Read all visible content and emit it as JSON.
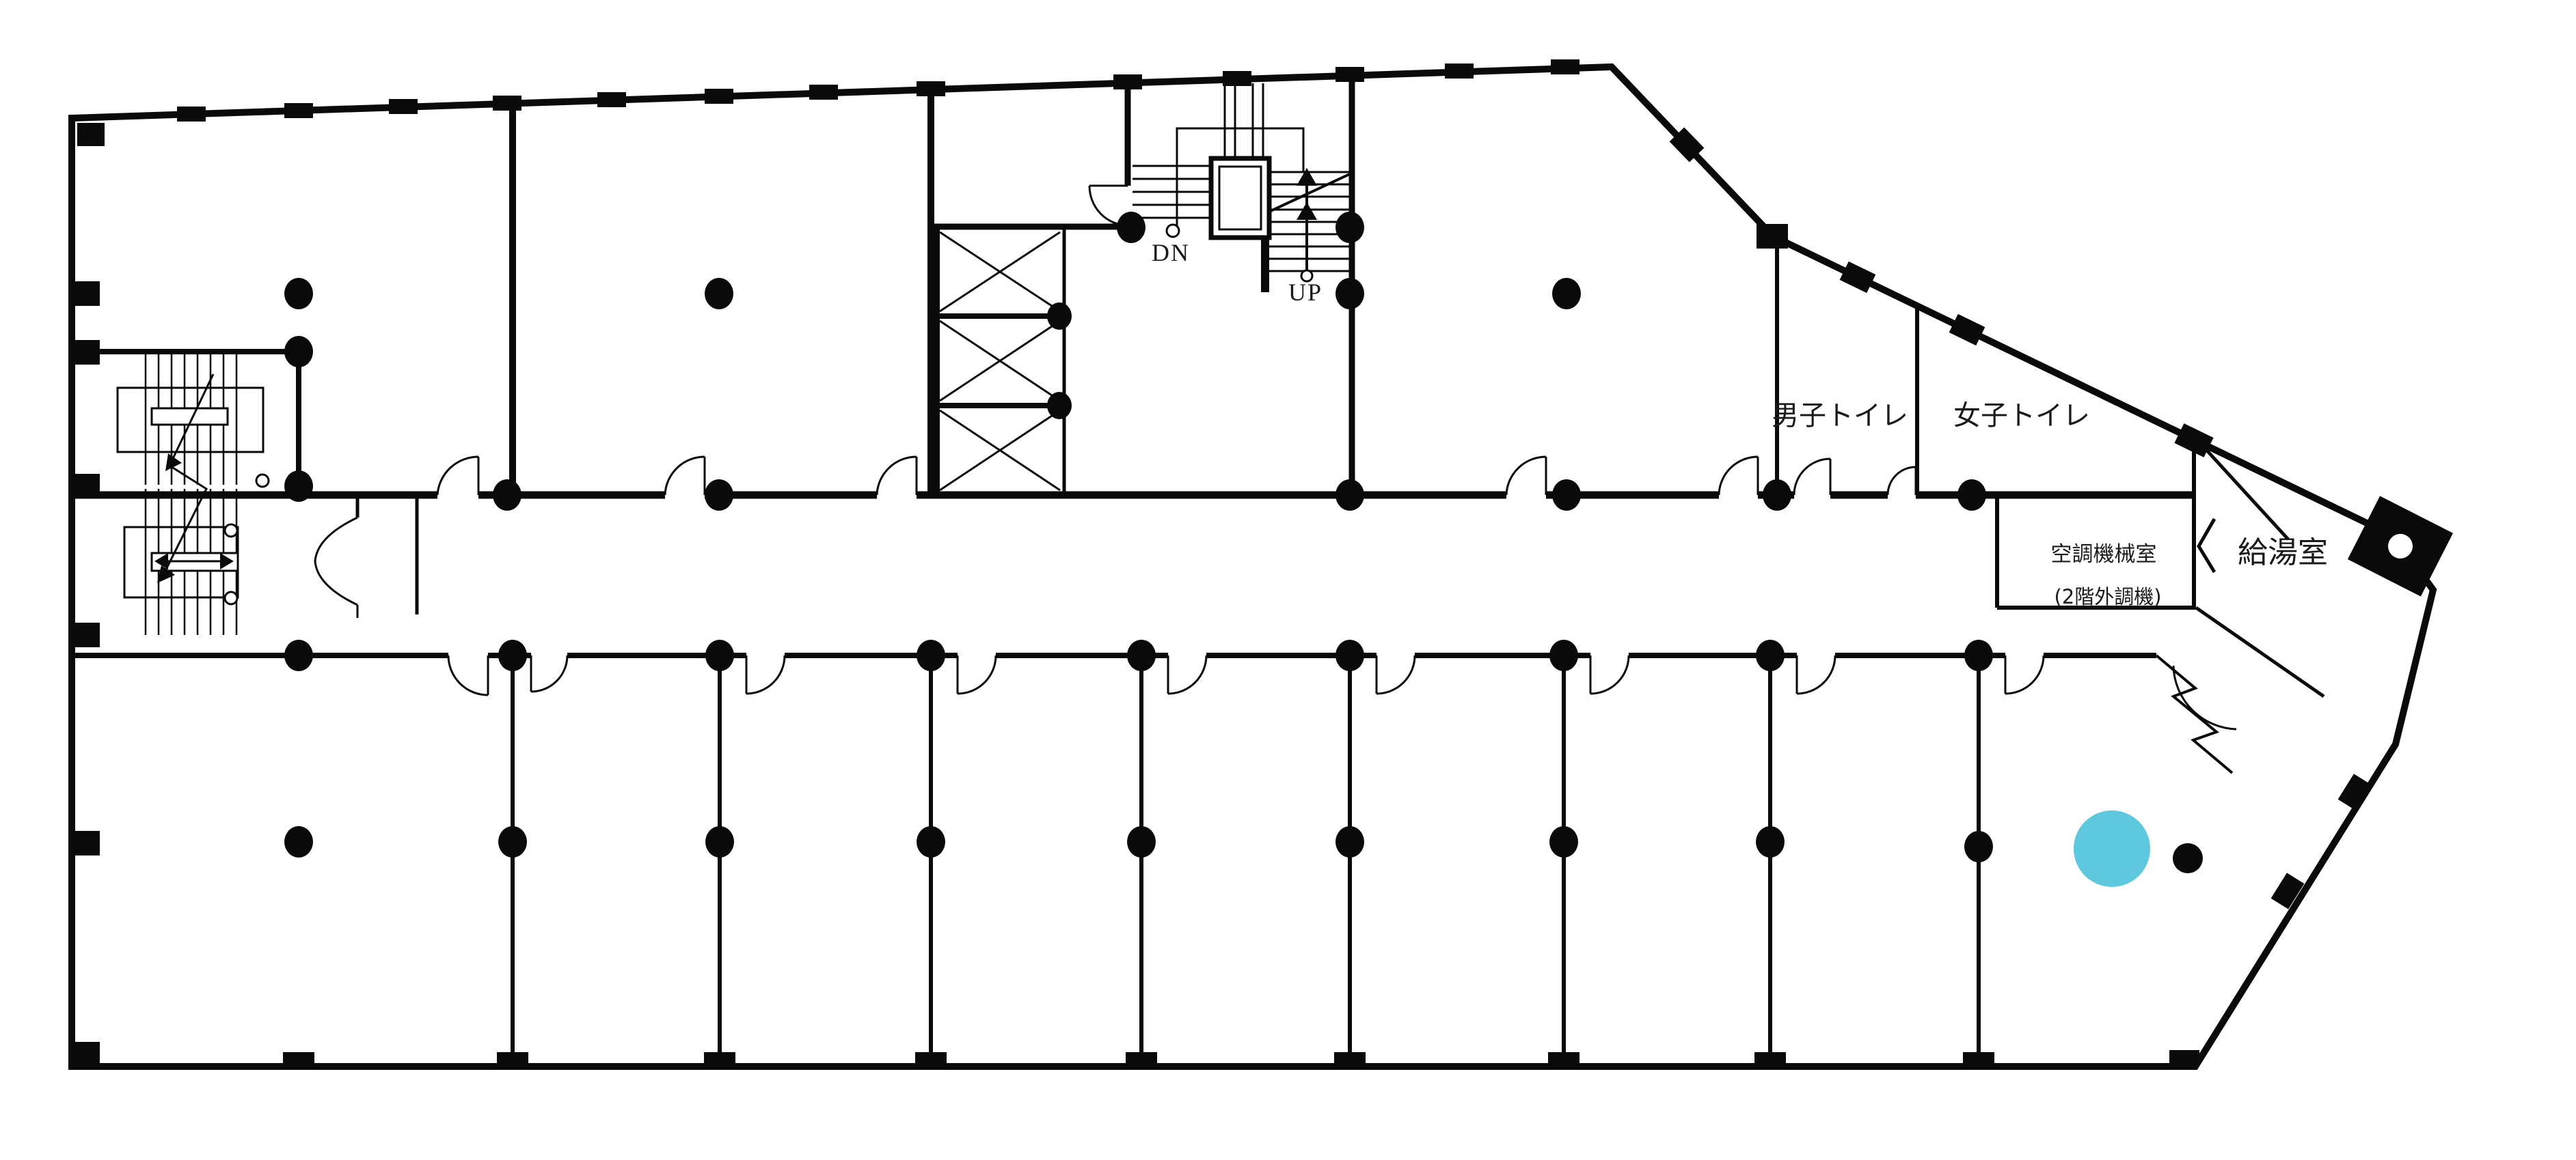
{
  "plan": {
    "type": "architectural-floor-plan",
    "labels": {
      "stair_down": "DN",
      "stair_up": "UP",
      "mens_toilet": "男子トイレ",
      "womens_toilet": "女子トイレ",
      "hvac_room_line1": "空調機械室",
      "hvac_room_line2": "(2階外調機)",
      "kitchenette": "給湯室"
    },
    "colors": {
      "line": "#0a0a0a",
      "background": "#ffffff",
      "marker": "#5ec8de"
    },
    "marker": {
      "description": "cyan location annotation in lower-right room"
    },
    "icons": {
      "column_dot": "structural column (filled circle)",
      "wall_square": "structural column at wall (filled square)",
      "x_brace": "shaft with cross bracing",
      "door_arc": "door swing arc"
    }
  }
}
